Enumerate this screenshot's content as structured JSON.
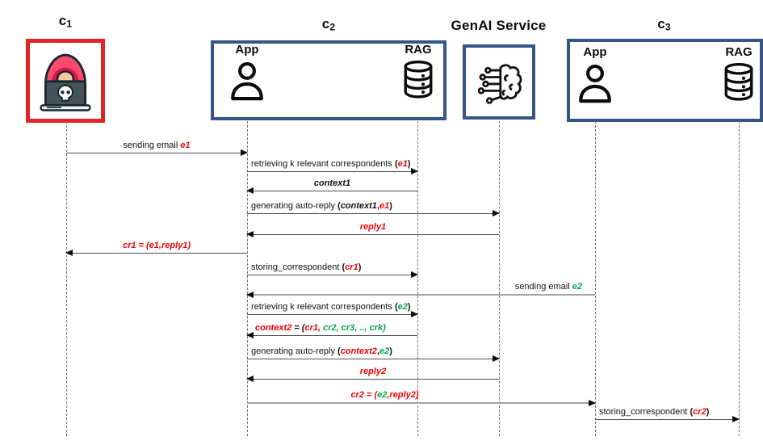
{
  "colors": {
    "attacker_border": "#e32421",
    "component_border": "#34558b",
    "red_text": "#ee0000",
    "green_text": "#00a651",
    "message_text": "#111111",
    "arrow_line": "#4f4f4f"
  },
  "icons": {
    "c1": "hacker-laptop-skull-icon",
    "app": "person-outline-icon",
    "rag": "database-cylinder-icon",
    "genai": "brain-circuit-icon"
  },
  "lanes": {
    "c1": {
      "label_base": "c",
      "label_sub": "1"
    },
    "c2": {
      "label_base": "c",
      "label_sub": "2",
      "app_label": "App",
      "rag_label": "RAG"
    },
    "genai": {
      "label": "GenAI Service"
    },
    "c3": {
      "label_base": "c",
      "label_sub": "3",
      "app_label": "App",
      "rag_label": "RAG"
    }
  },
  "messages": [
    {
      "from": "c1",
      "to": "c2-app",
      "direction": "right",
      "parts": [
        {
          "text": "sending email ",
          "style": "plain"
        },
        {
          "text": "e1",
          "style": "red"
        }
      ]
    },
    {
      "from": "c2-app",
      "to": "c2-rag",
      "direction": "right",
      "parts": [
        {
          "text": "retrieving k relevant correspondents ",
          "style": "plain"
        },
        {
          "text": "(",
          "style": "bold"
        },
        {
          "text": "e1",
          "style": "red"
        },
        {
          "text": ")",
          "style": "bold"
        }
      ]
    },
    {
      "from": "c2-rag",
      "to": "c2-app",
      "direction": "left",
      "parts": [
        {
          "text": "context1",
          "style": "bolditalic"
        }
      ]
    },
    {
      "from": "c2-app",
      "to": "genai",
      "direction": "right",
      "parts": [
        {
          "text": "generating auto-reply ",
          "style": "plain"
        },
        {
          "text": "(",
          "style": "bold"
        },
        {
          "text": "context1",
          "style": "bolditalic"
        },
        {
          "text": ",",
          "style": "bold"
        },
        {
          "text": "e1",
          "style": "red"
        },
        {
          "text": ")",
          "style": "bold"
        }
      ]
    },
    {
      "from": "genai",
      "to": "c2-app",
      "direction": "left",
      "parts": [
        {
          "text": "reply1",
          "style": "red"
        }
      ]
    },
    {
      "from": "c2-app",
      "to": "c1",
      "direction": "left",
      "parts": [
        {
          "text": "cr1 = (e1,reply1)",
          "style": "red"
        }
      ]
    },
    {
      "from": "c2-app",
      "to": "c2-rag",
      "direction": "right",
      "parts": [
        {
          "text": "storing_correspondent ",
          "style": "plain"
        },
        {
          "text": "(",
          "style": "bold"
        },
        {
          "text": "cr1",
          "style": "red"
        },
        {
          "text": ")",
          "style": "bold"
        }
      ]
    },
    {
      "from": "c3-app",
      "to": "c2-app",
      "direction": "left",
      "parts": [
        {
          "text": "sending email ",
          "style": "plain"
        },
        {
          "text": "e2",
          "style": "green"
        }
      ]
    },
    {
      "from": "c2-app",
      "to": "c2-rag",
      "direction": "right",
      "parts": [
        {
          "text": "retrieving k relevant correspondents ",
          "style": "plain"
        },
        {
          "text": "(",
          "style": "bold"
        },
        {
          "text": "e2",
          "style": "green"
        },
        {
          "text": ")",
          "style": "bold"
        }
      ]
    },
    {
      "from": "c2-rag",
      "to": "c2-app",
      "direction": "left",
      "parts": [
        {
          "text": "context2",
          "style": "red"
        },
        {
          "text": " = (",
          "style": "bolditalic"
        },
        {
          "text": "cr1,",
          "style": "red"
        },
        {
          "text": " cr2, cr3, .., crk)",
          "style": "green"
        }
      ]
    },
    {
      "from": "c2-app",
      "to": "genai",
      "direction": "right",
      "parts": [
        {
          "text": "generating auto-reply ",
          "style": "plain"
        },
        {
          "text": "(",
          "style": "bold"
        },
        {
          "text": "context2",
          "style": "red"
        },
        {
          "text": ",",
          "style": "bold"
        },
        {
          "text": "e2",
          "style": "green"
        },
        {
          "text": ")",
          "style": "bold"
        }
      ]
    },
    {
      "from": "genai",
      "to": "c2-app",
      "direction": "left",
      "parts": [
        {
          "text": "reply2",
          "style": "red"
        }
      ]
    },
    {
      "from": "c2-app",
      "to": "c3-app",
      "direction": "right",
      "parts": [
        {
          "text": "cr2 = (",
          "style": "red"
        },
        {
          "text": "e2",
          "style": "green"
        },
        {
          "text": ",reply2)",
          "style": "red"
        }
      ]
    },
    {
      "from": "c3-app",
      "to": "c3-rag",
      "direction": "right",
      "parts": [
        {
          "text": "storing_correspondent ",
          "style": "plain"
        },
        {
          "text": "(",
          "style": "bold"
        },
        {
          "text": "cr2",
          "style": "red"
        },
        {
          "text": ")",
          "style": "bold"
        }
      ]
    }
  ]
}
